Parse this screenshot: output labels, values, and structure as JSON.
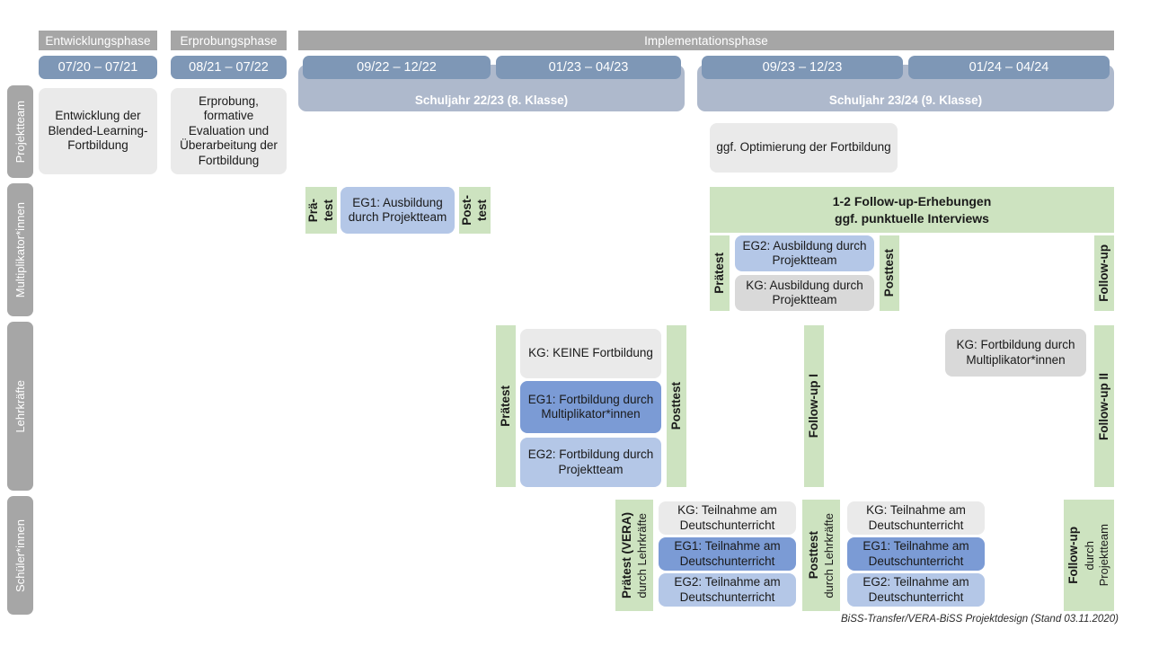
{
  "colors": {
    "phase_header": "#a6a6a6",
    "date_chip": "#7e97b6",
    "year_band": "#aeb9cc",
    "actor_label": "#a6a6a6",
    "green_strip": "#cde3c0",
    "box_light_gray": "#eaeaea",
    "box_gray": "#d9d9d9",
    "box_eg1_blue": "#7b9bd5",
    "box_eg2_blue": "#b4c7e7"
  },
  "timeline": {
    "phases": [
      {
        "label": "Entwicklungsphase"
      },
      {
        "label": "Erprobungsphase"
      },
      {
        "label": "Implementationsphase"
      }
    ],
    "date_chips": [
      {
        "label": "07/20 – 07/21"
      },
      {
        "label": "08/21 – 07/22"
      },
      {
        "label": "09/22 – 12/22"
      },
      {
        "label": "01/23 – 04/23"
      },
      {
        "label": "09/23 – 12/23"
      },
      {
        "label": "01/24 – 04/24"
      }
    ],
    "year_bands": [
      {
        "label": "Schuljahr 22/23 (8. Klasse)"
      },
      {
        "label": "Schuljahr 23/24 (9. Klasse)"
      }
    ]
  },
  "actors": [
    {
      "label": "Projektteam"
    },
    {
      "label": "Multiplikator*innen"
    },
    {
      "label": "Lehrkräfte"
    },
    {
      "label": "Schüler*innen"
    }
  ],
  "rows": {
    "projektteam": {
      "boxes": [
        {
          "text": "Entwicklung der Blended-Learning-Fortbildung"
        },
        {
          "text": "Erprobung, formative Evaluation und Überarbeitung der Fortbildung"
        },
        {
          "text": "ggf. Optimierung der Fortbildung"
        }
      ]
    },
    "multiplikatoren": {
      "pretest_1": {
        "line1": "Prä-",
        "line2": "test"
      },
      "posttest_1": {
        "line1": "Post-",
        "line2": "test"
      },
      "box_eg1": {
        "text": "EG1: Ausbildung durch Projektteam"
      },
      "followup_banner": {
        "line1": "1-2 Follow-up-Erhebungen",
        "line2": "ggf. punktuelle Interviews"
      },
      "pretest_2": {
        "label": "Prätest"
      },
      "posttest_2": {
        "label": "Posttest"
      },
      "followup": {
        "label": "Follow-up"
      },
      "box_eg2": {
        "text": "EG2: Ausbildung durch Projektteam"
      },
      "box_kg": {
        "text": "KG: Ausbildung durch Projektteam"
      }
    },
    "lehrkraefte": {
      "pretest": {
        "label": "Prätest"
      },
      "posttest": {
        "label": "Posttest"
      },
      "followup_1": {
        "label": "Follow-up I"
      },
      "followup_2": {
        "label": "Follow-up II"
      },
      "box_kg": {
        "text": "KG:  KEINE Fortbildung"
      },
      "box_eg1": {
        "text": "EG1: Fortbildung durch Multiplikator*innen"
      },
      "box_eg2": {
        "text": "EG2: Fortbildung durch Projektteam"
      },
      "box_kg_right": {
        "text": "KG: Fortbildung durch Multiplikator*innen"
      }
    },
    "schueler": {
      "pretest": {
        "main": "Prätest (VERA)",
        "sub": "durch Lehrkräfte"
      },
      "posttest": {
        "main": "Posttest",
        "sub": "durch Lehrkräfte"
      },
      "followup": {
        "main": "Follow-up",
        "sub1": "durch",
        "sub2": "Projektteam"
      },
      "left_boxes": [
        {
          "text": "KG: Teilnahme am Deutschunterricht"
        },
        {
          "text": "EG1: Teilnahme am Deutschunterricht"
        },
        {
          "text": "EG2: Teilnahme am Deutschunterricht"
        }
      ],
      "right_boxes": [
        {
          "text": "KG: Teilnahme am Deutschunterricht"
        },
        {
          "text": "EG1: Teilnahme am Deutschunterricht"
        },
        {
          "text": "EG2: Teilnahme am Deutschunterricht"
        }
      ]
    }
  },
  "footer": {
    "text": "BiSS-Transfer/VERA-BiSS Projektdesign (Stand 03.11.2020)"
  }
}
